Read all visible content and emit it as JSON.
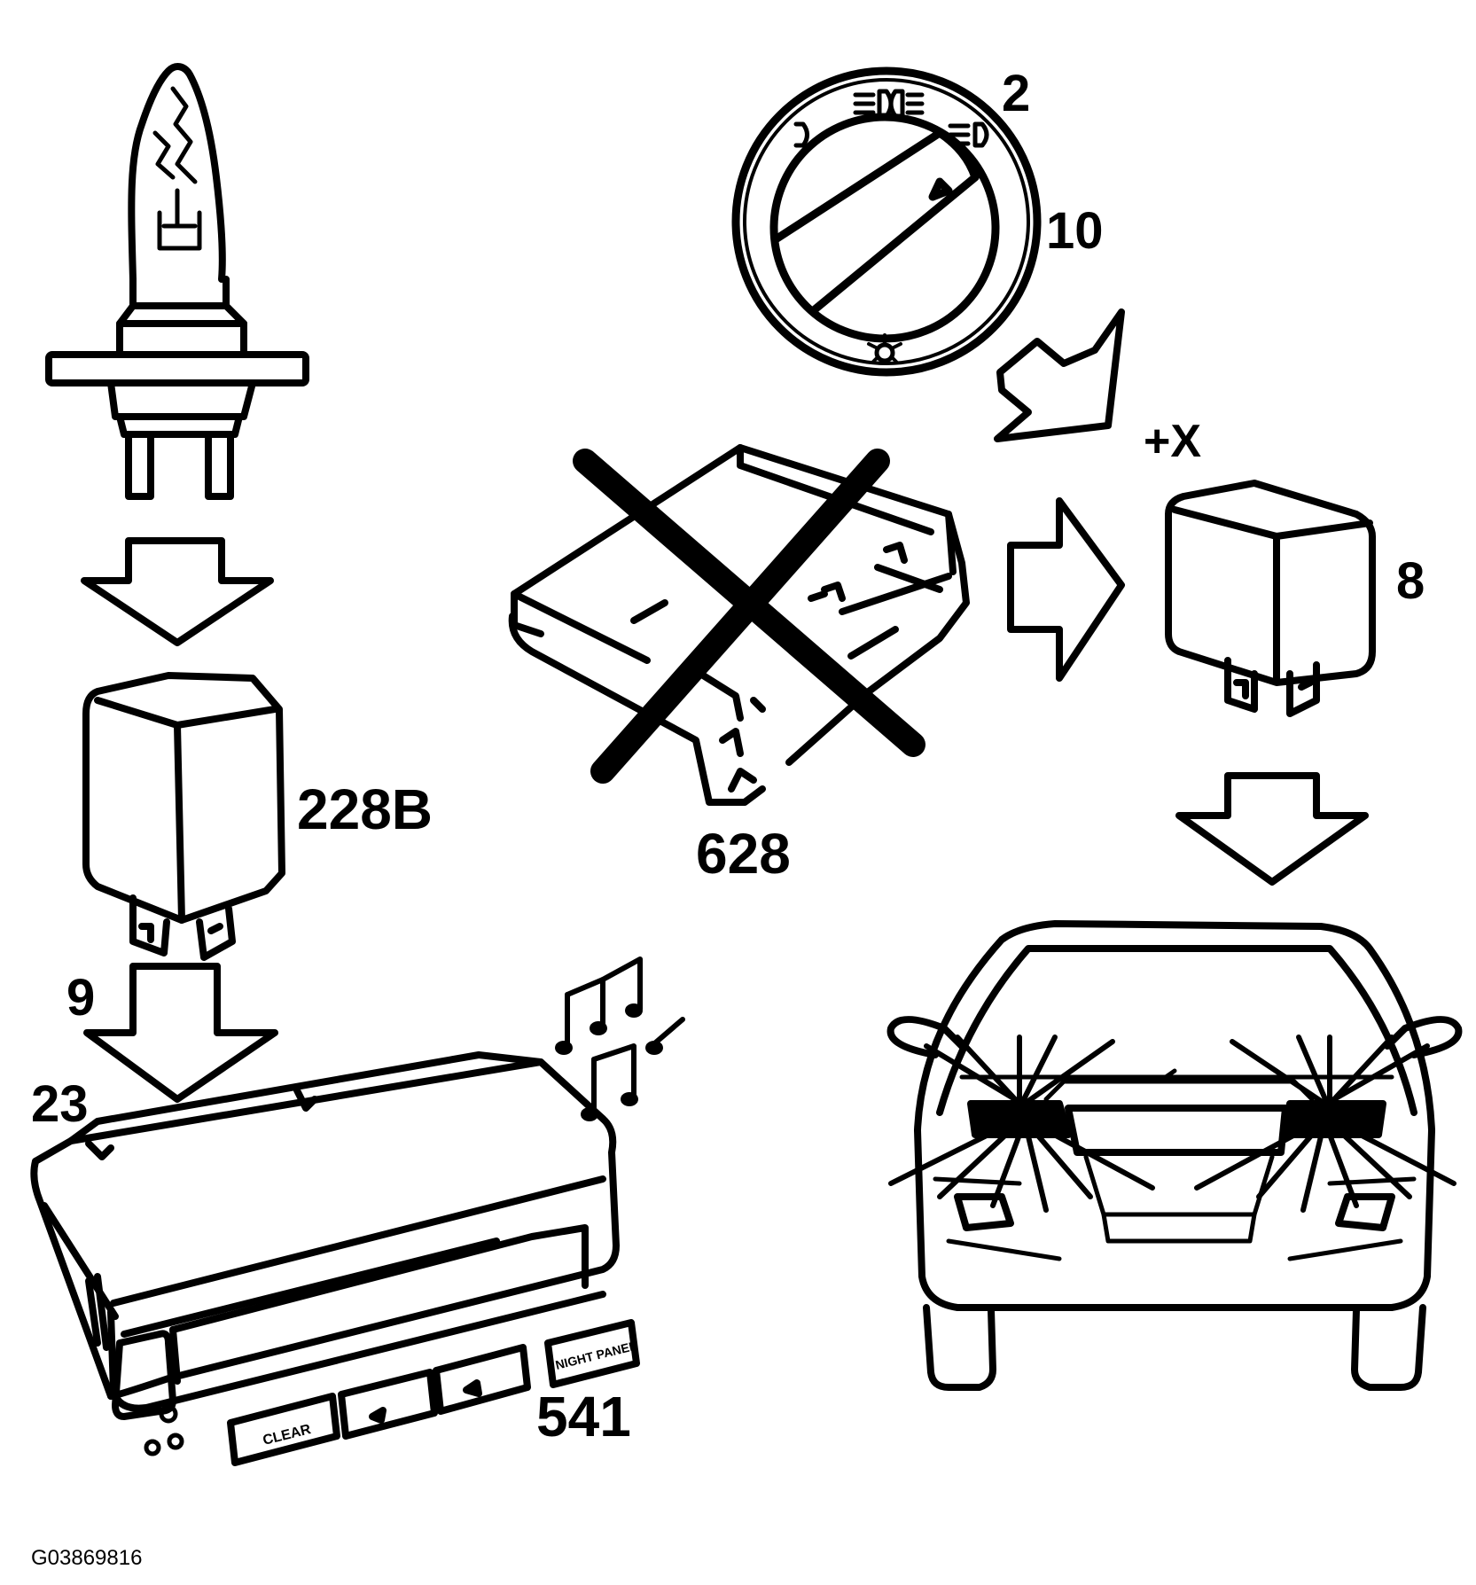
{
  "labels": {
    "switch_number": "2",
    "switch_position": "10",
    "supply": "+X",
    "relay_right": "8",
    "control_unit": "628",
    "relay_left": "228B",
    "pin_9": "9",
    "pin_23": "23",
    "display_unit": "541",
    "figure_ref": "G03869816"
  },
  "display_buttons": {
    "clear": "CLEAR",
    "night_panel": "NIGHT PANEL"
  },
  "colors": {
    "ink": "#000000",
    "paper": "#ffffff"
  },
  "icons": [
    "halogen-bulb-icon",
    "relay-icon",
    "light-switch-knob-icon",
    "control-unit-icon",
    "crossed-out-icon",
    "display-unit-icon",
    "music-notes-icon",
    "car-front-headlights-icon",
    "down-arrow-icon",
    "right-arrow-icon"
  ]
}
